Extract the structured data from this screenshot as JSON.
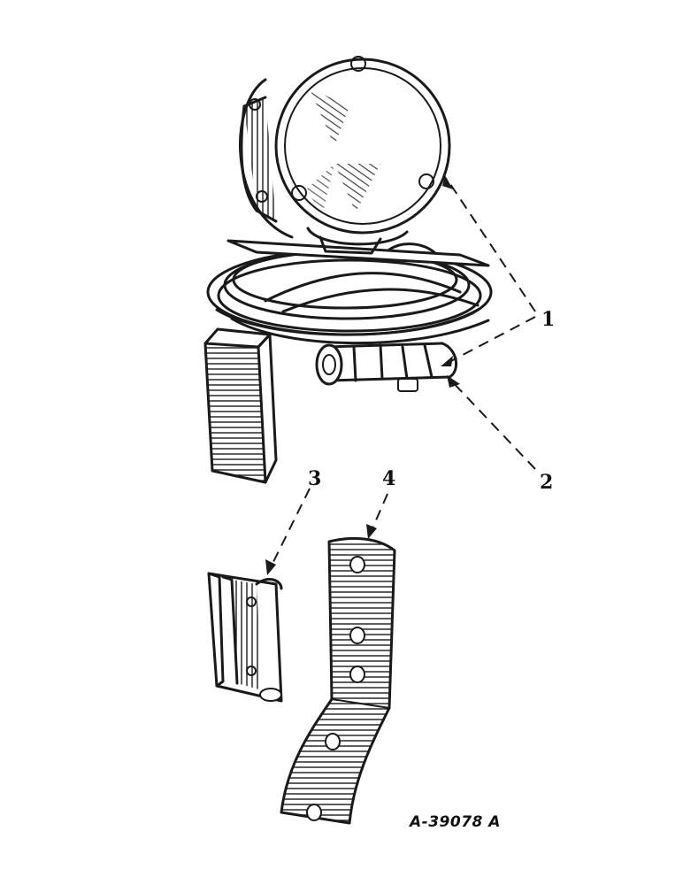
{
  "callouts": [
    {
      "id": "1",
      "label": "1"
    },
    {
      "id": "2",
      "label": "2"
    },
    {
      "id": "3",
      "label": "3"
    },
    {
      "id": "4",
      "label": "4"
    }
  ],
  "figure_id": "A-39078 A"
}
